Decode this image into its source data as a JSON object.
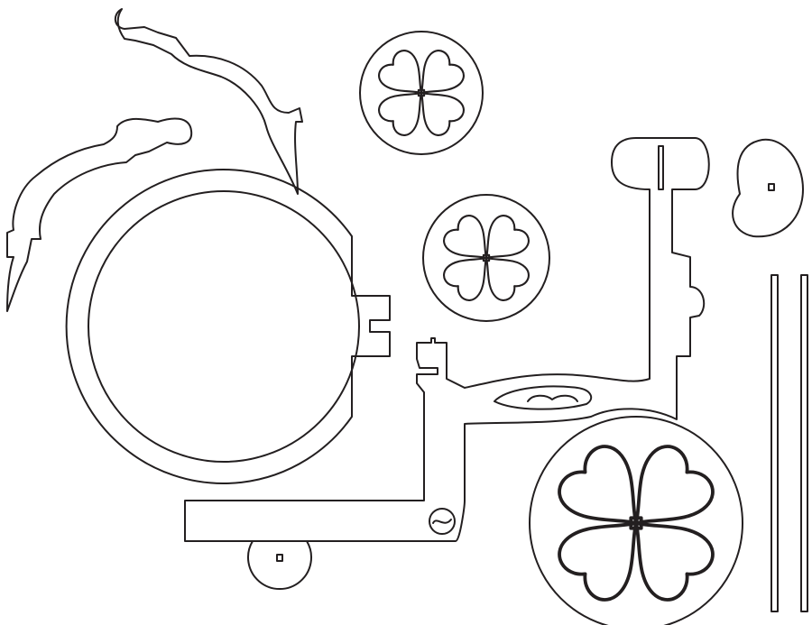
{
  "drawing": {
    "background": "#ffffff",
    "stroke_color": "#231f20",
    "parts": [
      {
        "name": "large-ring"
      },
      {
        "name": "clover-disc"
      },
      {
        "name": "clover-disc"
      },
      {
        "name": "clover-wheel"
      },
      {
        "name": "heart-piece"
      },
      {
        "name": "rod"
      },
      {
        "name": "rod"
      },
      {
        "name": "frame"
      },
      {
        "name": "handlebar-horn"
      },
      {
        "name": "handlebar-horn"
      },
      {
        "name": "small-wheel"
      }
    ]
  }
}
